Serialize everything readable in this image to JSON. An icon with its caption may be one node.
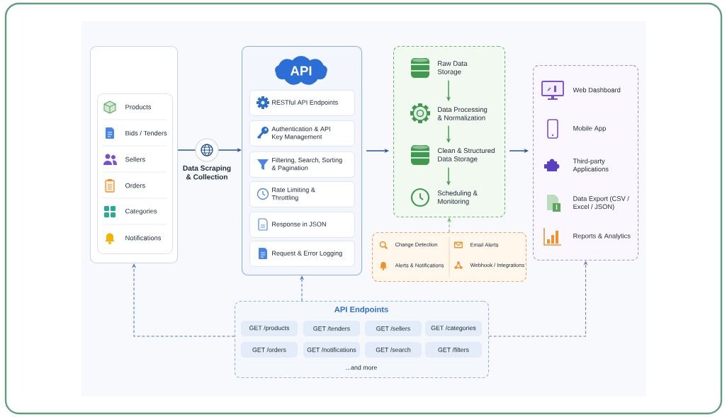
{
  "diagram": {
    "nodes": [
      {
        "text": [],
        "shape": "box"
      },
      {
        "text": [],
        "shape": "box",
        "in": 0
      },
      {
        "text": [
          "Products"
        ],
        "in": 1
      },
      {
        "text": [
          "Bids / Tenders"
        ],
        "in": 1
      },
      {
        "text": [
          "Sellers"
        ],
        "in": 1
      },
      {
        "text": [
          "Orders"
        ],
        "in": 1
      },
      {
        "text": [
          "Categories"
        ],
        "in": 1
      },
      {
        "text": [
          "Notifications"
        ],
        "in": 1
      },
      {
        "text": [
          "Data Scraping & Collection"
        ]
      },
      {
        "text": [],
        "shape": "box"
      },
      {
        "text": [
          "API"
        ],
        "in": 9
      },
      {
        "text": [
          "RESTful API Endpoints"
        ],
        "in": 9
      },
      {
        "text": [
          "Authentication & API Key Management"
        ],
        "in": 9
      },
      {
        "text": [
          "Filtering, Search, Sorting & Pagination"
        ],
        "in": 9
      },
      {
        "text": [
          "Rate Limiting & Throttling"
        ],
        "in": 9
      },
      {
        "text": [
          "Response in JSON"
        ],
        "in": 9
      },
      {
        "text": [
          "Request & Error Logging"
        ],
        "in": 9
      },
      {
        "text": [],
        "shape": "box"
      },
      {
        "text": [
          "Raw Data Storage"
        ],
        "in": 17
      },
      {
        "text": [
          "Data Processing & Normalization"
        ],
        "in": 17
      },
      {
        "text": [
          "Clean & Structured Data Storage"
        ],
        "in": 17
      },
      {
        "text": [
          "Scheduling & Monitoring"
        ],
        "in": 17
      },
      {
        "text": [],
        "shape": "box"
      },
      {
        "text": [
          "Change Detection"
        ],
        "in": 22
      },
      {
        "text": [
          "Email Alerts"
        ],
        "in": 22
      },
      {
        "text": [
          "Alerts & Notifications"
        ],
        "in": 22
      },
      {
        "text": [
          "Webhook / Integrations"
        ],
        "in": 22
      },
      {
        "text": [],
        "shape": "box"
      },
      {
        "text": [
          "Web Dashboard"
        ],
        "in": 27
      },
      {
        "text": [
          "Mobile App"
        ],
        "in": 27
      },
      {
        "text": [
          "Third-party Applications"
        ],
        "in": 27
      },
      {
        "text": [
          "Data Export (CSV / Excel / JSON)"
        ],
        "in": 27
      },
      {
        "text": [
          "Reports & Analytics"
        ],
        "in": 27
      },
      {
        "text": [
          "API Endpoints",
          "...and more"
        ]
      },
      {
        "text": [
          "GET /products"
        ],
        "in": 33
      },
      {
        "text": [
          "GET /tenders"
        ],
        "in": 33
      },
      {
        "text": [
          "GET /sellers"
        ],
        "in": 33
      },
      {
        "text": [
          "GET /categories"
        ],
        "in": 33
      },
      {
        "text": [
          "GET /orders"
        ],
        "in": 33
      },
      {
        "text": [
          "GET /notifications"
        ],
        "in": 33
      },
      {
        "text": [
          "GET /search"
        ],
        "in": 33
      },
      {
        "text": [
          "GET /filters"
        ],
        "in": 33
      }
    ],
    "edges": [
      {
        "from": 0,
        "to": 8,
        "arrow": "none"
      },
      {
        "from": 8,
        "to": 9,
        "arrow": "to"
      },
      {
        "from": 9,
        "to": 17,
        "arrow": "to"
      },
      {
        "from": 17,
        "to": 27,
        "arrow": "to"
      },
      {
        "from": 18,
        "to": 19,
        "arrow": "to",
        "color": "#3f9a4f"
      },
      {
        "from": 19,
        "to": 20,
        "arrow": "to",
        "color": "#3f9a4f"
      },
      {
        "from": 20,
        "to": 21,
        "arrow": "to",
        "color": "#3f9a4f"
      },
      {
        "from": 22,
        "to": 17,
        "arrow": "to",
        "style": "dashed",
        "color": "#6dbb6d"
      },
      {
        "from": 33,
        "to": 9,
        "arrow": "to",
        "style": "dashed",
        "color": "#4a7fd0"
      },
      {
        "from": 33,
        "to": 0,
        "arrow": "to",
        "style": "dashed",
        "color": "#4a7fd0"
      },
      {
        "from": 33,
        "to": 27,
        "arrow": "to",
        "style": "dashed",
        "color": "#8a6fd0"
      }
    ]
  }
}
